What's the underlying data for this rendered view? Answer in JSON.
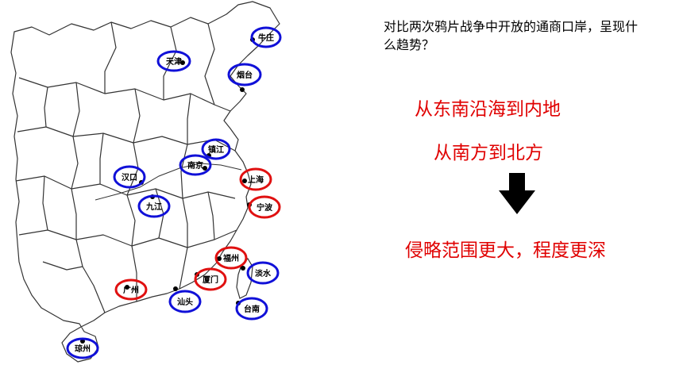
{
  "question": "对比两次鸦片战争中开放的通商口岸，呈现什么趋势？",
  "conclusions": {
    "line1": "从东南沿海到内地",
    "line2": "从南方到北方",
    "line3": "侵略范围更大，程度更深"
  },
  "arrow_icon": "down-arrow-icon",
  "colors": {
    "first_war_ports": "#e01010",
    "second_war_ports": "#1010d8",
    "conclusion_text": "#e00000"
  },
  "ports": [
    {
      "name": "牛庄",
      "ring": "second"
    },
    {
      "name": "天津",
      "ring": "second"
    },
    {
      "name": "烟台",
      "ring": "second"
    },
    {
      "name": "镇江",
      "ring": "second"
    },
    {
      "name": "南京",
      "ring": "second"
    },
    {
      "name": "汉口",
      "ring": "second"
    },
    {
      "name": "九江",
      "ring": "second"
    },
    {
      "name": "上海",
      "ring": "first"
    },
    {
      "name": "宁波",
      "ring": "first"
    },
    {
      "name": "福州",
      "ring": "first"
    },
    {
      "name": "淡水",
      "ring": "second"
    },
    {
      "name": "厦门",
      "ring": "first"
    },
    {
      "name": "广州",
      "ring": "first"
    },
    {
      "name": "汕头",
      "ring": "second"
    },
    {
      "name": "台南",
      "ring": "second"
    },
    {
      "name": "琼州",
      "ring": "second"
    }
  ]
}
